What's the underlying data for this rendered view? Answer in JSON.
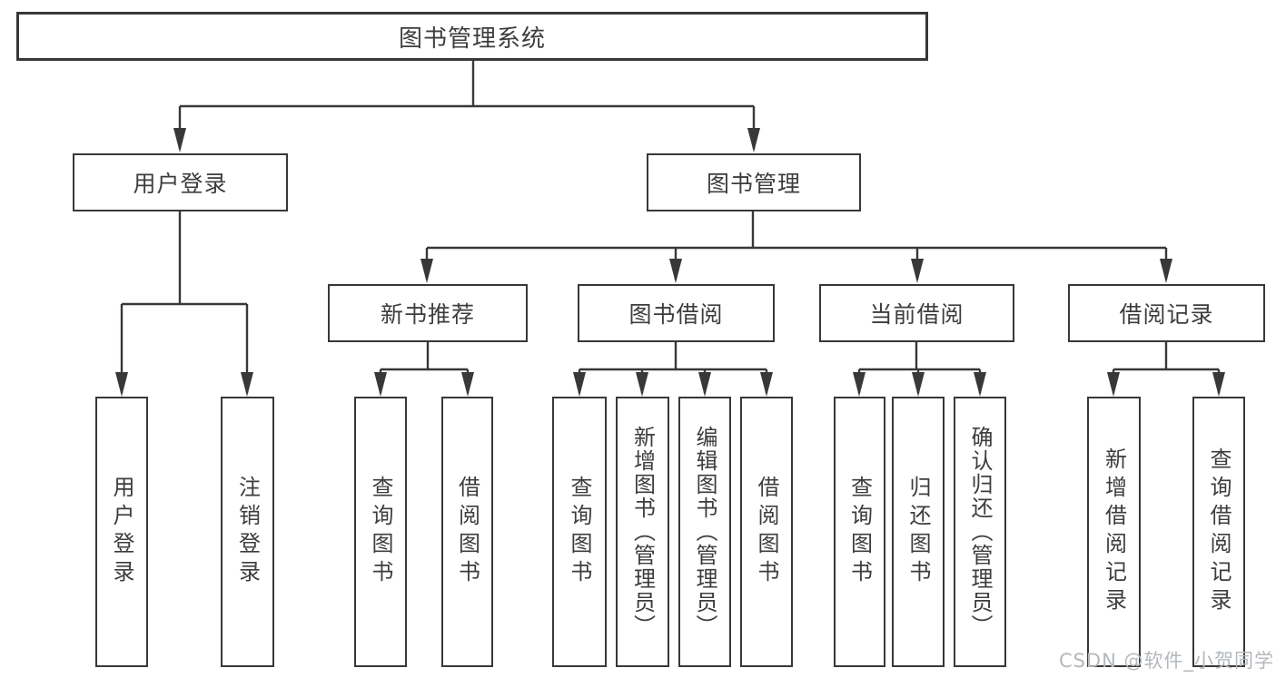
{
  "diagram": {
    "root": "图书管理系统",
    "branches": [
      {
        "label": "用户登录",
        "leaves": [
          "用户登录",
          "注销登录"
        ]
      },
      {
        "label": "图书管理",
        "sections": [
          {
            "label": "新书推荐",
            "leaves": [
              "查询图书",
              "借阅图书"
            ]
          },
          {
            "label": "图书借阅",
            "leaves": [
              "查询图书",
              "新增图书（管理员）",
              "编辑图书（管理员）",
              "借阅图书"
            ]
          },
          {
            "label": "当前借阅",
            "leaves": [
              "查询图书",
              "归还图书",
              "确认归还（管理员）"
            ]
          },
          {
            "label": "借阅记录",
            "leaves": [
              "新增借阅记录",
              "查询借阅记录"
            ]
          }
        ]
      }
    ]
  },
  "watermark": "CSDN @软件_小贺同学",
  "colors": {
    "line": "#383838",
    "text": "#3d3d3d",
    "background": "#ffffff",
    "watermark": "#b3b8bd"
  }
}
